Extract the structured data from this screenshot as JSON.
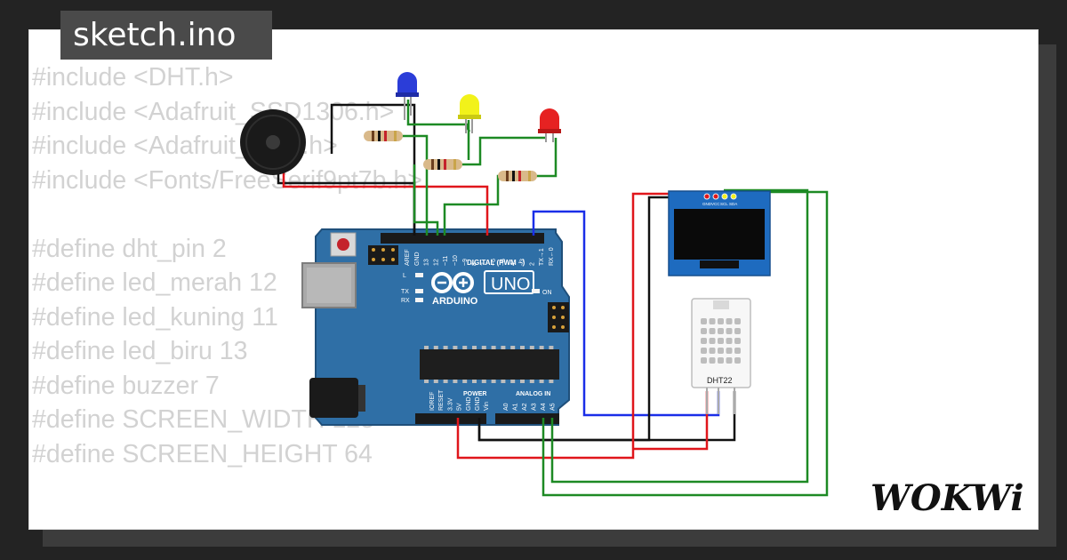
{
  "tab": {
    "title": "sketch.ino"
  },
  "code": {
    "lines": [
      "#include <DHT.h>",
      "#include <Adafruit_SSD1306.h>",
      "#include <Adafruit_GFX.h>",
      "#include <Fonts/FreeSerif9pt7b.h>",
      "",
      "#define dht_pin 2",
      "#define led_merah 12",
      "#define led_kuning 11",
      "#define led_biru 13",
      "#define buzzer 7",
      "#define SCREEN_WIDTH 128",
      "#define SCREEN_HEIGHT 64"
    ]
  },
  "board": {
    "brand": "ARDUINO",
    "model": "UNO",
    "digital_label": "DIGITAL (PWM ~)",
    "power_label": "POWER",
    "analog_label": "ANALOG IN",
    "on_label": "ON",
    "l_label": "L",
    "tx_label": "TX",
    "rx_label": "RX",
    "digital_pins": [
      "AREF",
      "GND",
      "13",
      "12",
      "~11",
      "~10",
      "~9",
      "8",
      "7",
      "~6",
      "~5",
      "4",
      "~3",
      "2",
      "TX→1",
      "RX←0"
    ],
    "power_pins": [
      "IOREF",
      "RESET",
      "3.3V",
      "5V",
      "GND",
      "GND",
      "Vin"
    ],
    "analog_pins": [
      "A0",
      "A1",
      "A2",
      "A3",
      "A4",
      "A5"
    ]
  },
  "oled": {
    "pins": [
      "GND",
      "VCC",
      "SCL",
      "SDA"
    ]
  },
  "dht": {
    "label": "DHT22"
  },
  "logo": {
    "text": "WOKWi"
  },
  "colors": {
    "background": "#232323",
    "board": "#2f6fa6",
    "wire_black": "#111111",
    "wire_red": "#e0161b",
    "wire_green": "#1d8a24",
    "wire_blue": "#1a2ee8",
    "led_blue": "#2b3dd8",
    "led_yellow": "#f2f21a",
    "led_red": "#e62222"
  }
}
